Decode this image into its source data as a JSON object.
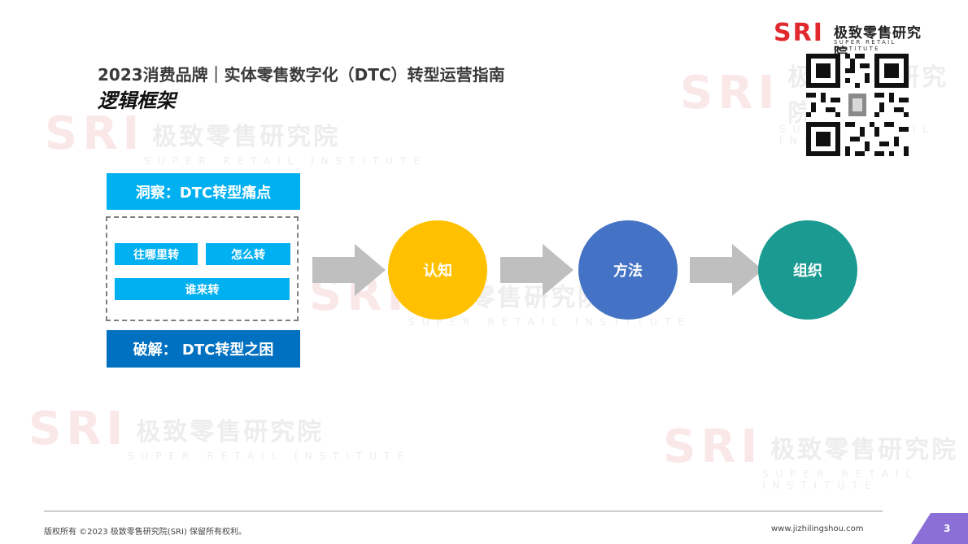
{
  "watermarks": {
    "logo": "SRI",
    "name": "极致零售研究院",
    "tagline": "SUPER RETAIL INSTITUTE"
  },
  "brand": {
    "logo": "SRI",
    "name": "极致零售研究院",
    "tagline": "SUPER RETAIL INSTITUTE"
  },
  "header": {
    "title": "2023消费品牌｜实体零售数字化（DTC）转型运营指南",
    "subtitle": "逻辑框架"
  },
  "diagram": {
    "insight": "洞察：DTC转型痛点",
    "tags": [
      "往哪里转",
      "怎么转",
      "谁来转"
    ],
    "solve": "破解： DTC转型之困",
    "steps": [
      "认知",
      "方法",
      "组织"
    ],
    "colors": {
      "light_blue": "#00b0f0",
      "dark_blue": "#0070c0",
      "yellow": "#ffc000",
      "blue": "#4472c4",
      "teal": "#1a9a91",
      "arrow_gray": "#bfbfbf"
    }
  },
  "footer": {
    "copyright": "版权所有 ©2023  极致零售研究院(SRI)  保留所有权利。",
    "website": "www.jizhilingshou.com",
    "page": "3"
  }
}
